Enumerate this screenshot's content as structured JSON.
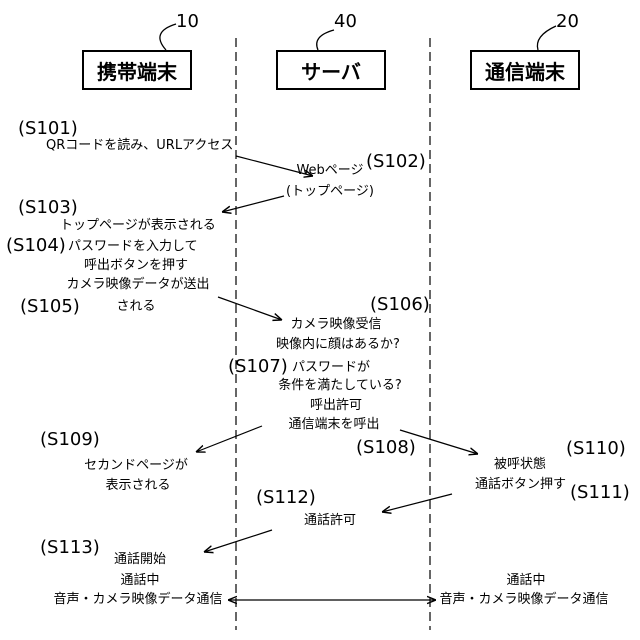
{
  "entities": [
    {
      "ref": "10",
      "label": "携帯端末"
    },
    {
      "ref": "40",
      "label": "サーバ"
    },
    {
      "ref": "20",
      "label": "通信端末"
    }
  ],
  "steps": {
    "s101": {
      "num": "(S101)",
      "text": "QRコードを読み、URLアクセス"
    },
    "s102": {
      "num": "(S102)",
      "text1": "Webページ",
      "text2": "(トップページ)"
    },
    "s103": {
      "num": "(S103)",
      "text": "トップページが表示される"
    },
    "s104": {
      "num": "(S104)",
      "text1": "パスワードを入力して",
      "text2": "呼出ボタンを押す"
    },
    "s105": {
      "num": "(S105)",
      "text1": "カメラ映像データが送出",
      "text2": "される"
    },
    "s106": {
      "num": "(S106)",
      "text1": "カメラ映像受信",
      "text2": "映像内に顔はあるか?"
    },
    "s107": {
      "num": "(S107)",
      "text1": "パスワードが",
      "text2": "条件を満たしている?"
    },
    "s108": {
      "num": "(S108)",
      "text1": "呼出許可",
      "text2": "通信端末を呼出"
    },
    "s109": {
      "num": "(S109)",
      "text1": "セカンドページが",
      "text2": "表示される"
    },
    "s110": {
      "num": "(S110)",
      "text": "被呼状態"
    },
    "s111": {
      "num": "(S111)",
      "text": "通話ボタン押す"
    },
    "s112": {
      "num": "(S112)",
      "text": "通話許可"
    },
    "s113": {
      "num": "(S113)",
      "text1": "通話開始",
      "text2": "通話中",
      "text3": "音声・カメラ映像データ通信"
    },
    "right_end": {
      "text1": "通話中",
      "text2": "音声・カメラ映像データ通信"
    }
  }
}
